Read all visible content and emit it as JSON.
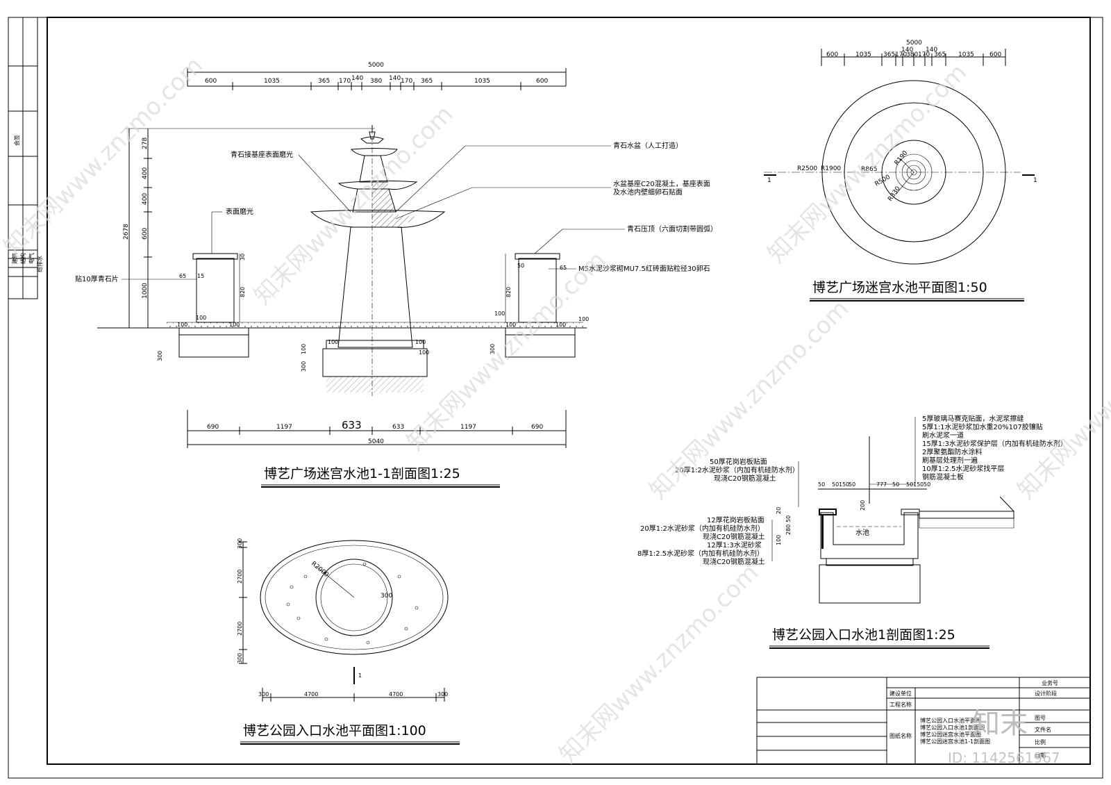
{
  "watermark": {
    "text": "知末网www.znzmo.com",
    "logo": "知末",
    "id_label": "ID: 1142561967"
  },
  "left_stamp": {
    "top_label": "会签",
    "cells": [
      "建筑",
      "结构",
      "电气",
      "给排水"
    ]
  },
  "section_fountain": {
    "title": "博艺广场迷宫水池1-1剖面图1:25",
    "top_total": "5000",
    "top_dims": [
      "600",
      "1035",
      "365",
      "170",
      "140",
      "380",
      "140",
      "170",
      "365",
      "1035",
      "600"
    ],
    "bottom_total": "5040",
    "bottom_dims": [
      "690",
      "1197",
      "633",
      "633",
      "1197",
      "690"
    ],
    "left_total": "2678",
    "left_dims": [
      "278",
      "400",
      "400",
      "600",
      "1000"
    ],
    "small_dims": [
      "300",
      "100",
      "100",
      "100",
      "300",
      "100",
      "100",
      "100",
      "100",
      "100",
      "100",
      "100",
      "100",
      "300",
      "65",
      "15",
      "30",
      "50",
      "65",
      "820",
      "820"
    ],
    "notes": {
      "base_polish": "青石接基座表面磨光",
      "stone_basin": "青石水盆（人工打造）",
      "basin_base": "水盆基座C20混凝土，基座表面",
      "basin_base_2": "及水池内壁细卵石贴面",
      "coping": "青石压顶（六面切割带圆弧）",
      "brick": "M5水泥沙浆砌MU7.5红砖面贴粒径30卵石",
      "surface_polish": "表面磨光",
      "stone_slice": "贴10厚青石片"
    }
  },
  "plan_maze": {
    "title": "博艺广场迷宫水池平面图1:50",
    "top_total": "5000",
    "top_dims": [
      "600",
      "1035",
      "365",
      "170",
      "380",
      "140",
      "140",
      "170",
      "365",
      "1035",
      "600"
    ],
    "radii": [
      "R2500",
      "R1900",
      "R865",
      "R190",
      "R500",
      "R330"
    ],
    "section_mark": "1"
  },
  "section_entrance": {
    "title": "博艺公园入口水池1剖面图1:25",
    "notes_right": [
      "5厚玻璃马赛克贴面，水泥浆擦缝",
      "5厚1:1水泥砂浆加水重20%107胶镶贴",
      "刷水泥浆一道",
      "15厚1:3水泥砂浆保护层（内加有机硅防水剂）",
      "2厚聚氨酯防水涂料",
      "刷基层处理剂一遍",
      "10厚1:2.5水泥砂浆找平层",
      "钢筋混凝土板"
    ],
    "notes_left_top": [
      "50厚花岗岩板贴面",
      "20厚1:2水泥砂浆（内加有机硅防水剂）",
      "现浇C20钢筋混凝土"
    ],
    "notes_left_bottom": [
      "12厚花岗岩板贴面",
      "20厚1:2水泥砂浆（内加有机硅防水剂）",
      "现浇C20钢筋混凝土",
      "12厚1:3水泥砂浆",
      "8厚1:2.5水泥砂浆（内加有机硅防水剂）",
      "现浇C20钢筋混凝土"
    ],
    "top_dims": [
      "50",
      "50",
      "150",
      "50",
      "777",
      "50",
      "50",
      "150",
      "50"
    ],
    "vert_dims": [
      "20",
      "50",
      "280",
      "100",
      "200"
    ],
    "water_label": "水池"
  },
  "plan_entrance": {
    "title": "博艺公园入口水池平面图1:100",
    "bottom_dims": [
      "300",
      "4700",
      "4700",
      "300"
    ],
    "left_dims": [
      "300",
      "2700",
      "2700",
      "300"
    ],
    "radii": [
      "R2000",
      "300"
    ],
    "section_mark": "1"
  },
  "title_block": {
    "rows": [
      "建设单位",
      "工程名称",
      "图纸名称"
    ],
    "right_labels": [
      "业务号",
      "设计阶段",
      "图号",
      "日期",
      "比例",
      "文件名"
    ],
    "drawing_names": [
      "博艺公园入口水池平面图",
      "博艺公园入口水池1剖面图",
      "博艺公园迷宫水池平面图",
      "博艺公园迷宫水池1-1剖面图"
    ]
  }
}
